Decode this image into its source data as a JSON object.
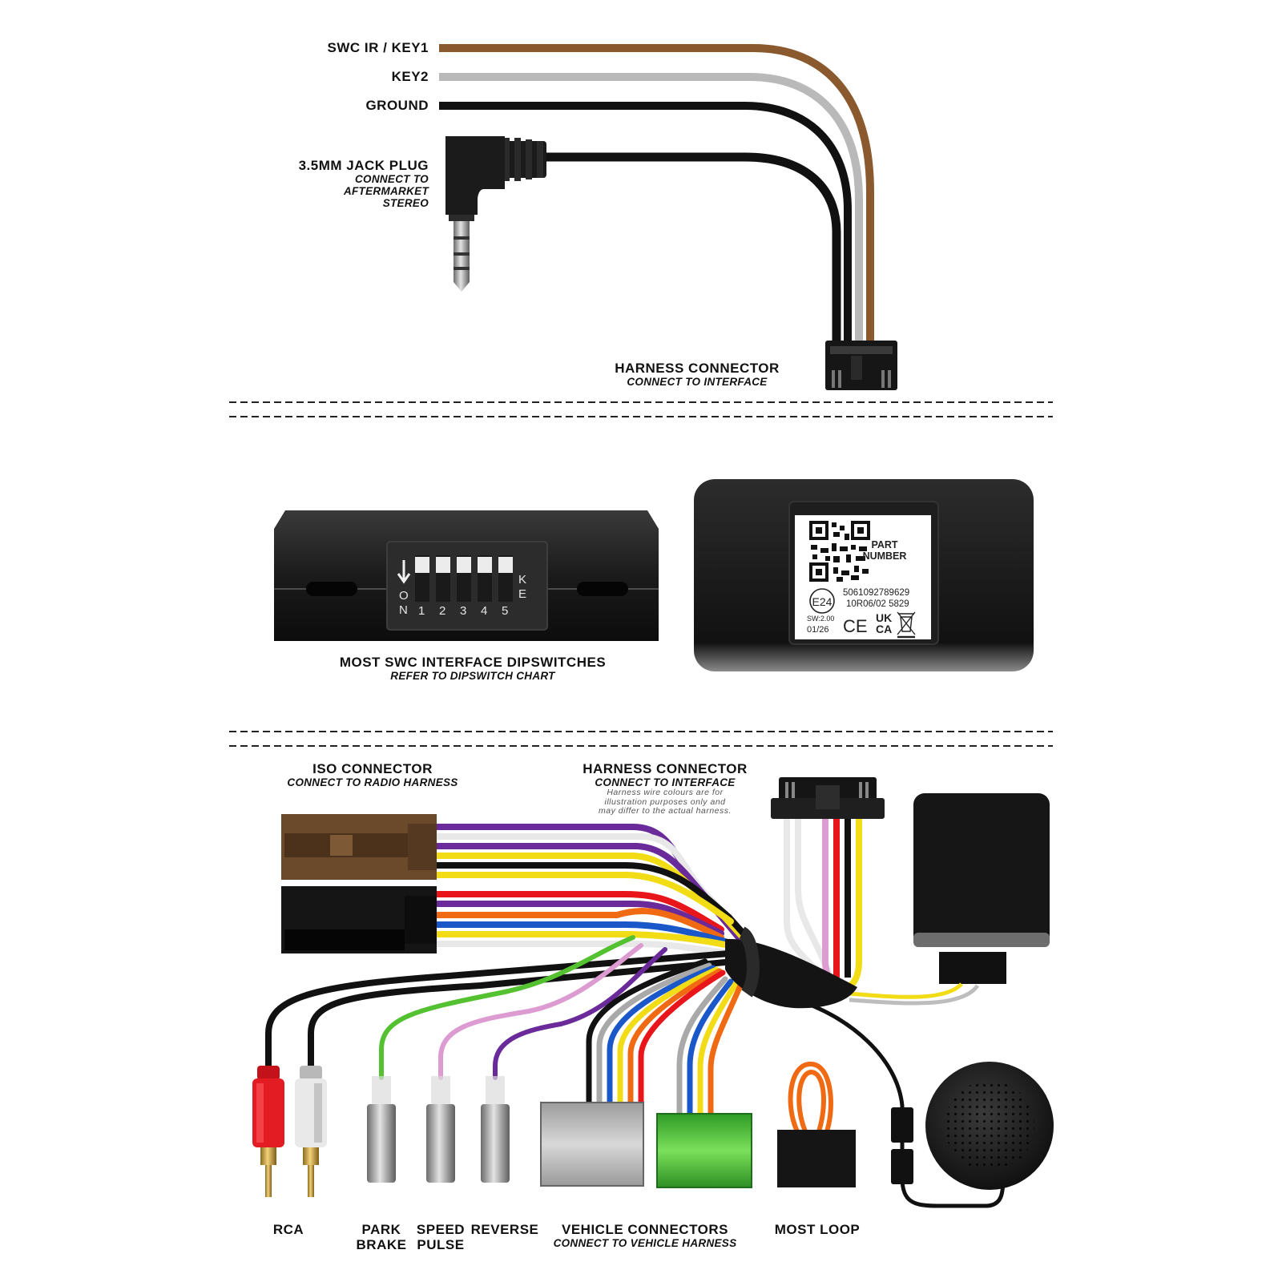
{
  "cable_section": {
    "wires": [
      {
        "label": "SWC IR / KEY1",
        "color": "#8a5a2e"
      },
      {
        "label": "KEY2",
        "color": "#b9b9b9"
      },
      {
        "label": "GROUND",
        "color": "#111111"
      }
    ],
    "jack": {
      "title": "3.5MM JACK PLUG",
      "sub1": "CONNECT TO",
      "sub2": "AFTERMARKET",
      "sub3": "STEREO"
    },
    "harness": {
      "title": "HARNESS CONNECTOR",
      "sub": "CONNECT TO INTERFACE"
    }
  },
  "interface_section": {
    "dipswitch": {
      "title": "MOST SWC INTERFACE DIPSWITCHES",
      "sub": "REFER TO DIPSWITCH CHART",
      "on_label": "ON",
      "ke_label": "KE",
      "numbers": [
        "1",
        "2",
        "3",
        "4",
        "5"
      ]
    },
    "label": {
      "part": "PART",
      "number": "NUMBER",
      "barcode": "5061092789629",
      "approval": "10R06/02 5829",
      "e_mark": "E24",
      "sw": "SW:2.00",
      "date": "01/26",
      "ce": "CE",
      "ukca_1": "UK",
      "ukca_2": "CA"
    }
  },
  "harness_section": {
    "iso": {
      "title": "ISO CONNECTOR",
      "sub": "CONNECT TO RADIO HARNESS"
    },
    "harness": {
      "title": "HARNESS CONNECTOR",
      "sub": "CONNECT TO INTERFACE",
      "note1": "Harness wire colours are for",
      "note2": "illustration purposes only and",
      "note3": "may differ to the actual harness."
    },
    "bottom_labels": {
      "rca": "RCA",
      "park_1": "PARK",
      "park_2": "BRAKE",
      "speed_1": "SPEED",
      "speed_2": "PULSE",
      "reverse": "REVERSE",
      "vehicle": "VEHICLE CONNECTORS",
      "vehicle_sub": "CONNECT TO VEHICLE HARNESS",
      "most": "MOST LOOP"
    },
    "colors": {
      "purple": "#6a2a9a",
      "white": "#e8e8e8",
      "yellow": "#f2dc16",
      "black": "#111111",
      "red": "#e8161b",
      "orange": "#f06a14",
      "blue": "#1a57c8",
      "green": "#54c130",
      "pink": "#dc9bd1",
      "grey": "#a9a9a9",
      "brown": "#6b4a2b"
    }
  }
}
